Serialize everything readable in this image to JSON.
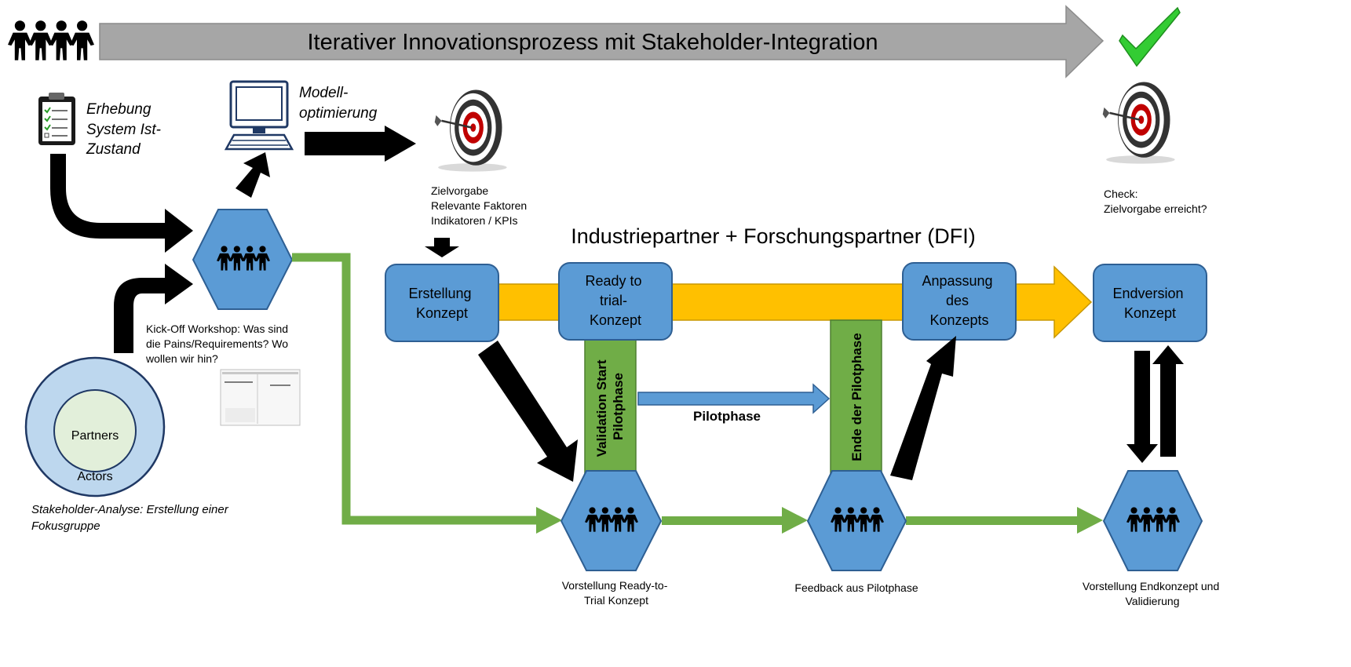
{
  "banner": {
    "title": "Iterativer Innovationsprozess mit Stakeholder-Integration"
  },
  "left": {
    "erhebung": [
      "Erhebung",
      "System Ist-",
      "Zustand"
    ],
    "modell": [
      "Modell-",
      "optimierung"
    ],
    "kickoff": [
      "Kick-Off Workshop: Was sind",
      "die Pains/Requirements? Wo",
      "wollen wir hin?"
    ],
    "partners": "Partners",
    "actors": "Actors",
    "stakeholder": [
      "Stakeholder-Analyse: Erstellung einer",
      "Fokusgruppe"
    ]
  },
  "target": {
    "notes": [
      "Zielvorgabe",
      "Relevante Faktoren",
      "Indikatoren / KPIs"
    ],
    "check": [
      "Check:",
      "Zielvorgabe erreicht?"
    ]
  },
  "section_title": "Industriepartner + Forschungspartner (DFI)",
  "boxes": {
    "erstellung": [
      "Erstellung",
      "Konzept"
    ],
    "ready": [
      "Ready to",
      "trial-",
      "Konzept"
    ],
    "anpassung": [
      "Anpassung",
      "des",
      "Konzepts"
    ],
    "endversion": [
      "Endversion",
      "Konzept"
    ]
  },
  "bars": {
    "validation": [
      "Validation Start",
      "Pilotphase"
    ],
    "ende": "Ende der Pilotphase",
    "pilotphase": "Pilotphase"
  },
  "bottom_labels": {
    "ready": [
      "Vorstellung Ready-to-",
      "Trial Konzept"
    ],
    "feedback": "Feedback aus Pilotphase",
    "end": [
      "Vorstellung Endkonzept und",
      "Validierung"
    ]
  },
  "colors": {
    "blue": "#5b9bd5",
    "blue_dark": "#2e5f93",
    "green": "#70ad47",
    "yellow": "#ffc000",
    "gray": "#a6a6a6",
    "circle_outer": "#bdd7ee",
    "circle_inner": "#e2efda",
    "check": "#33cc33"
  }
}
